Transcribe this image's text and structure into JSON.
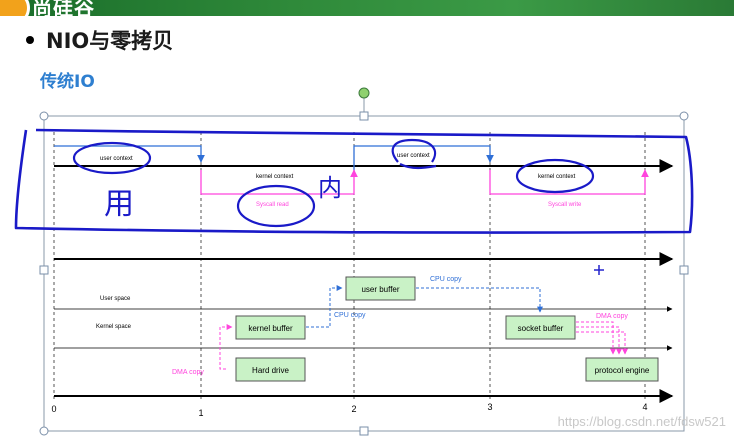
{
  "header": {
    "title": "尚硅谷"
  },
  "slide": {
    "title": "NIO与零拷贝",
    "subtitle": "传统IO"
  },
  "diagram": {
    "ticks": [
      "0",
      "1",
      "2",
      "3",
      "4"
    ],
    "context": {
      "user1": "user context",
      "kernel1": "kernel context",
      "user2": "user context",
      "kernel2": "kernel context",
      "read": "Syscall read",
      "write": "Syscall write"
    },
    "spaces": {
      "user": "User space",
      "kernel": "Kernel  space"
    },
    "boxes": {
      "user_buffer": "user buffer",
      "kernel_buffer": "kernel buffer",
      "socket_buffer": "socket buffer",
      "hard_drive": "Hard drive",
      "protocol_engine": "protocol engine"
    },
    "copies": {
      "cpu1": "CPU copy",
      "cpu2": "CPU copy",
      "dma1": "DMA copy",
      "dma2": "DMA copy"
    },
    "annotations": {
      "left": "用",
      "right": "内"
    },
    "colors": {
      "box_fill": "#c9f2c6",
      "box_border": "#555555",
      "pen": "#1a1ac8",
      "cpu": "#2f6fd6",
      "dma": "#ff44dd",
      "handle": "#7a8fa8"
    }
  },
  "watermark": "https://blog.csdn.net/fdsw521"
}
